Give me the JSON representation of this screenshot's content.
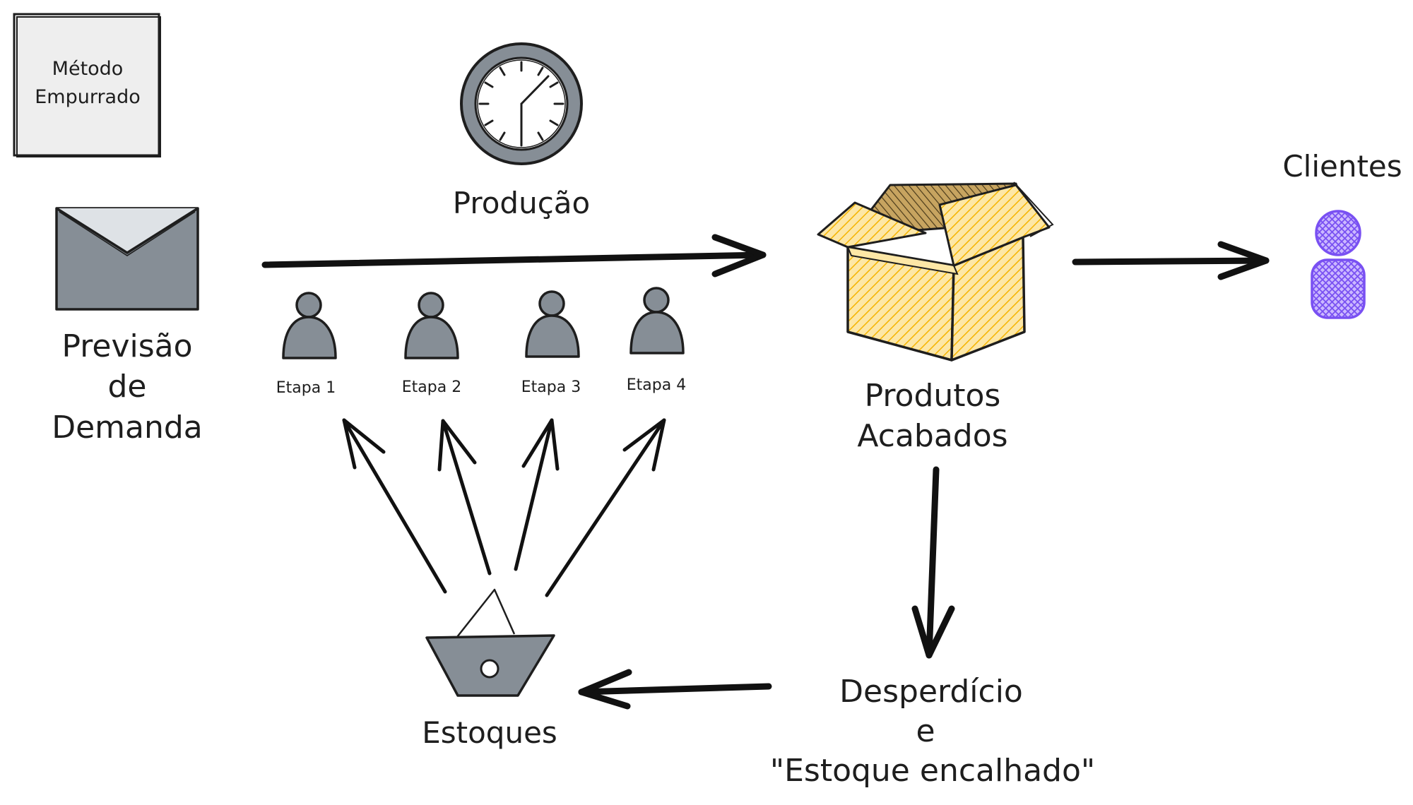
{
  "method_box": {
    "line1": "Método",
    "line2": "Empurrado"
  },
  "production": {
    "label": "Produção"
  },
  "forecast": {
    "line1": "Previsão",
    "line2": "de",
    "line3": "Demanda"
  },
  "stages": [
    {
      "label": "Etapa 1"
    },
    {
      "label": "Etapa 2"
    },
    {
      "label": "Etapa 3"
    },
    {
      "label": "Etapa 4"
    }
  ],
  "finished": {
    "line1": "Produtos",
    "line2": "Acabados"
  },
  "clients": {
    "label": "Clientes"
  },
  "waste": {
    "line1": "Desperdício",
    "line2": "e",
    "line3": "\"Estoque encalhado\""
  },
  "inventory": {
    "label": "Estoques"
  },
  "colors": {
    "gray": "#868e96",
    "box_fill": "#fab005",
    "client_fill": "#7950f2",
    "box_light": "#e9ecef"
  }
}
